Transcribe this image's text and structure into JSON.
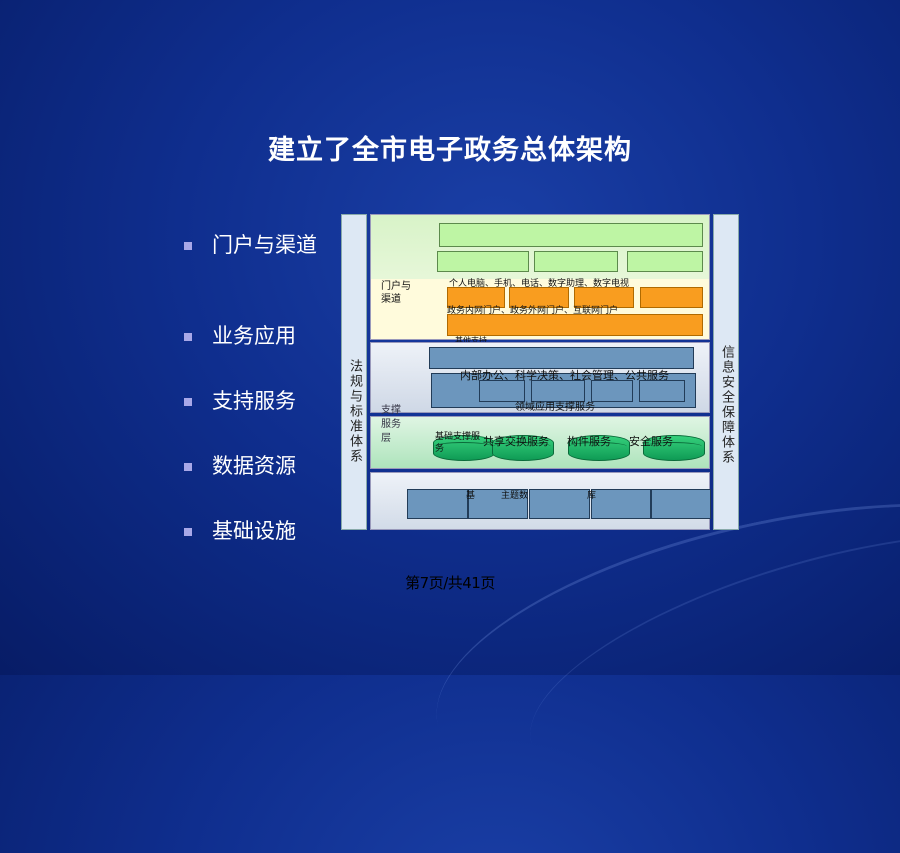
{
  "slide": {
    "title": "建立了全市电子政务总体架构",
    "bullets": [
      "门户与渠道",
      "业务应用",
      "支持服务",
      "数据资源",
      "基础设施"
    ],
    "footer": "第7页/共41页"
  },
  "diagram": {
    "left_column": "法规与标准体系",
    "right_column": "信息安全保障体系",
    "portal": {
      "layer_label": "门户与渠道",
      "channels_text": "个人电脑、手机、电话、数字助理、数字电视",
      "portals_text": "政务内网门户、政务外网门户、互联网门户",
      "note_text": "其他支持"
    },
    "business": {
      "domains_text": "内部办公、科学决策、社会管理、公共服务",
      "support_text": "领域应用支撑服务"
    },
    "support": {
      "layer_label": "支撑服务层",
      "services": [
        "基础支撑服务",
        "共享交换服务",
        "构件服务",
        "安全服务"
      ]
    },
    "data": {
      "fragment_left": "基",
      "fragment_topic": "主题数",
      "fragment_right": "库"
    }
  },
  "colors": {
    "background": "#0f2e8e",
    "green_box": "#bef5a4",
    "orange_box": "#f99d1f",
    "blue_box": "#6c96bd",
    "cylinder": "#1fb868"
  }
}
